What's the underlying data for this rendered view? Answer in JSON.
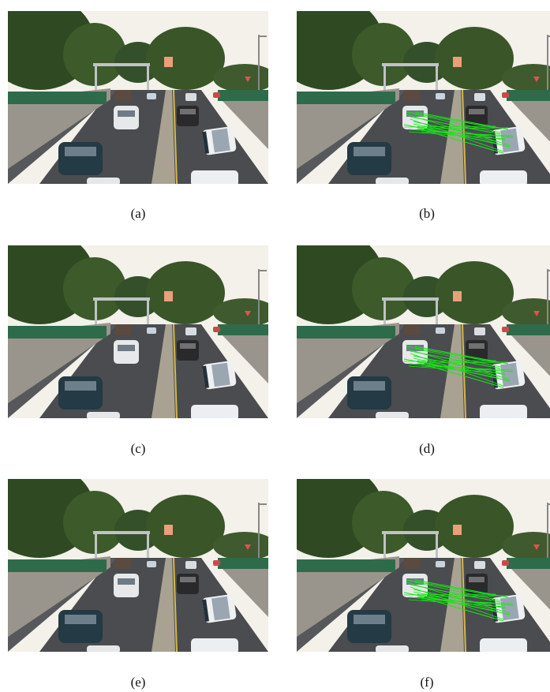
{
  "figure": {
    "panels": [
      {
        "id": "a",
        "caption": "(a)",
        "matches": false
      },
      {
        "id": "b",
        "caption": "(b)",
        "matches": true
      },
      {
        "id": "c",
        "caption": "(c)",
        "matches": false
      },
      {
        "id": "d",
        "caption": "(d)",
        "matches": true
      },
      {
        "id": "e",
        "caption": "(e)",
        "matches": false
      },
      {
        "id": "f",
        "caption": "(f)",
        "matches": true
      }
    ],
    "colors": {
      "sky": "#f3f1ea",
      "foliage": "#2f4a22",
      "road": "#4a4c50",
      "wall": "#9a958c",
      "fence": "#2e6b4a",
      "match_line": "#19e619"
    }
  }
}
